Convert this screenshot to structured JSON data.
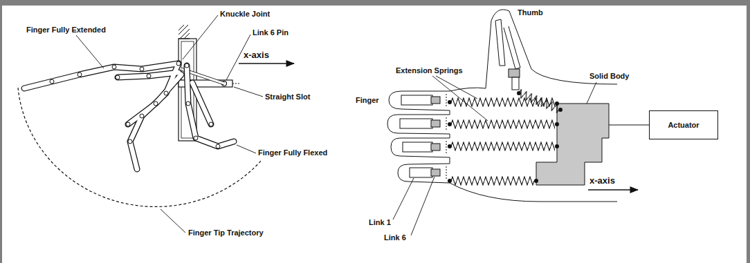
{
  "diagram": {
    "nodes": [
      {
        "text": [
          "Actuator"
        ]
      }
    ],
    "labels": [
      "Finger Fully Extended",
      "Knuckle Joint",
      "Link 6 Pin",
      "x-axis",
      "Straight Slot",
      "Finger Fully Flexed",
      "Finger Tip Trajectory",
      "Thumb",
      "Extension Springs",
      "Solid Body",
      "Finger",
      "x-axis",
      "Link 1",
      "Link 6"
    ]
  }
}
